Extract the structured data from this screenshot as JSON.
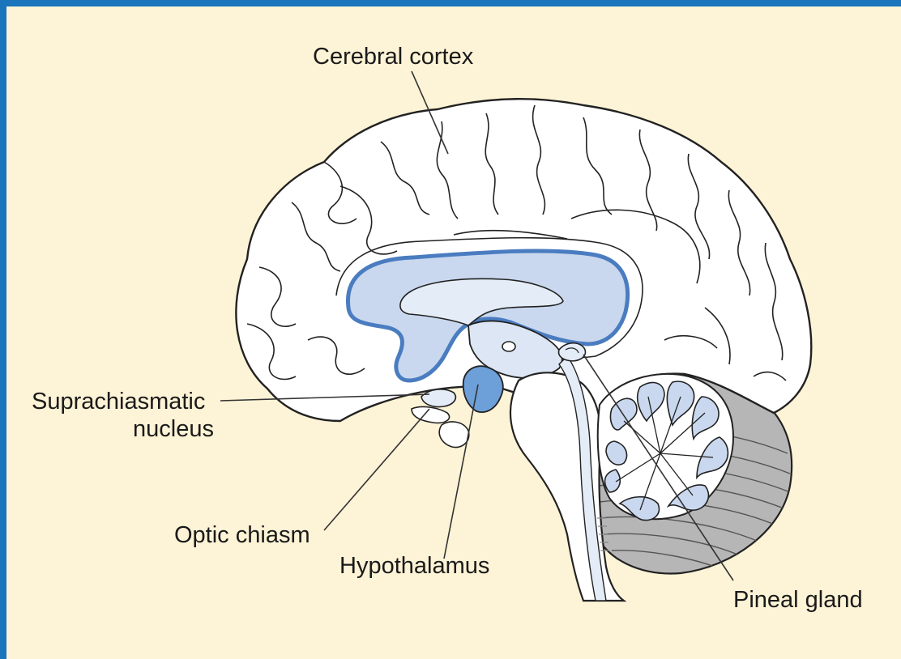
{
  "colors": {
    "background": "#fdf3d6",
    "frame": "#1a75bc",
    "ventricle_fill": "#c9d8ee",
    "ventricle_edge": "#4a7cc0",
    "hypothalamus_fill": "#6d9fd8",
    "pale_blue": "#e4ecf7",
    "cerebellum_grey": "#b6b6b6"
  },
  "labels": {
    "cerebral_cortex": "Cerebral cortex",
    "suprachiasmatic_line1": "Suprachiasmatic",
    "suprachiasmatic_line2": "nucleus",
    "optic_chiasm": "Optic chiasm",
    "hypothalamus": "Hypothalamus",
    "pineal_gland": "Pineal gland"
  },
  "icons": [
    "brain-illustration"
  ]
}
